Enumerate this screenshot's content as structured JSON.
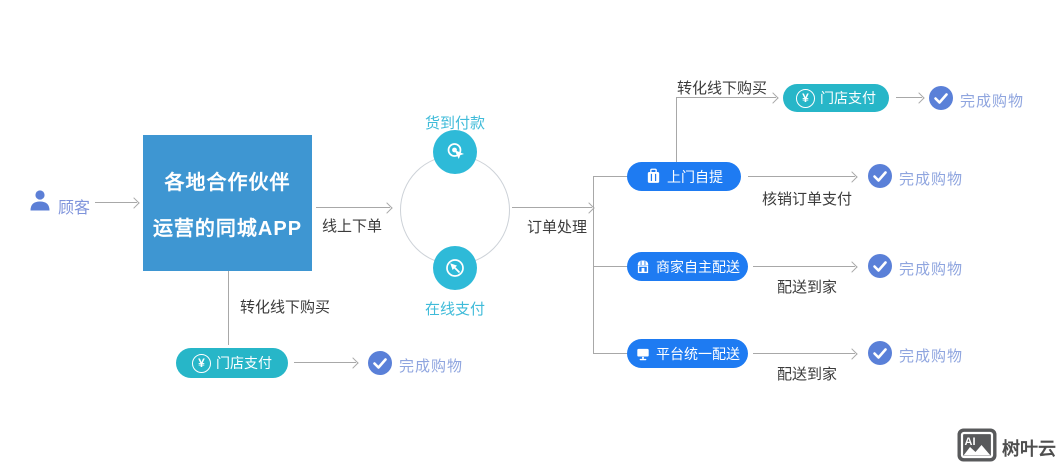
{
  "colors": {
    "app_box": "#3E96D2",
    "pill_blue": "#1E7BF2",
    "pill_teal": "#27B6C8",
    "pay_icon_teal": "#2EBAD8",
    "check_circle": "#5A80D8",
    "done_text": "#8FA5DF",
    "customer_blue": "#7E93DB",
    "pay_label_teal": "#3FBBD9",
    "connector_gray": "#A8A8A8",
    "edge_label_dark": "#3B3B3B",
    "watermark_gray": "#58595B"
  },
  "customer": {
    "label": "顾客"
  },
  "app_box": {
    "lines": [
      "各地合作伙伴",
      "运营的同城APP"
    ]
  },
  "flow_labels": {
    "online_order": "线上下单",
    "order_processing": "订单处理",
    "convert_offline_from_pickup": "转化线下购买",
    "convert_offline_from_app": "转化线下购买",
    "verify_order_payment": "核销订单支付",
    "merchant_deliver_home": "配送到家",
    "platform_deliver_home": "配送到家"
  },
  "payment_methods": {
    "cash_on_delivery": "货到付款",
    "online_payment": "在线支付"
  },
  "fulfillment": {
    "self_pickup": "上门自提",
    "merchant_delivery": "商家自主配送",
    "platform_delivery": "平台统一配送"
  },
  "store_payment": {
    "from_pickup": "门店支付",
    "from_app": "门店支付"
  },
  "outcomes": {
    "after_store_pay_top": "完成购物",
    "after_pickup": "完成购物",
    "after_merchant_delivery": "完成购物",
    "after_platform_delivery": "完成购物",
    "after_store_pay_bottom": "完成购物"
  },
  "watermark": {
    "logo_text": "AI",
    "brand": "树叶云"
  }
}
